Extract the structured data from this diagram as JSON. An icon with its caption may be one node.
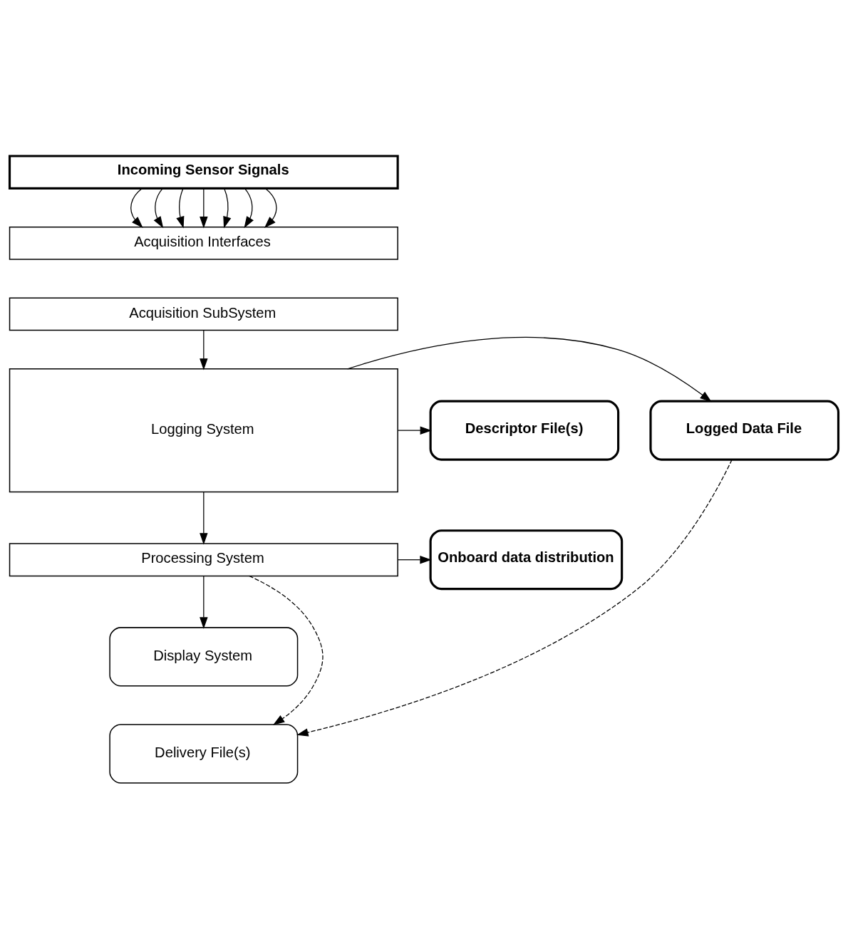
{
  "diagram": {
    "nodes": [
      {
        "text": [
          "Incoming Sensor Signals"
        ]
      },
      {
        "text": [
          "Acquisition Interfaces"
        ]
      },
      {
        "text": [
          "Acquisition SubSystem"
        ]
      },
      {
        "text": [
          "Logging System"
        ]
      },
      {
        "text": [
          "Logged Data File"
        ]
      },
      {
        "text": [
          "Descriptor File(s)"
        ]
      },
      {
        "text": [
          "Processing System"
        ]
      },
      {
        "text": [
          "Onboard data distribution"
        ]
      },
      {
        "text": [
          "Display System"
        ]
      },
      {
        "text": [
          "Delivery File(s)"
        ]
      }
    ],
    "edges": [
      {
        "from": 0,
        "to": 1,
        "arrow": "to"
      },
      {
        "from": 0,
        "to": 1,
        "arrow": "to"
      },
      {
        "from": 0,
        "to": 1,
        "arrow": "to"
      },
      {
        "from": 0,
        "to": 1,
        "arrow": "to"
      },
      {
        "from": 0,
        "to": 1,
        "arrow": "to"
      },
      {
        "from": 0,
        "to": 1,
        "arrow": "to"
      },
      {
        "from": 0,
        "to": 1,
        "arrow": "to"
      },
      {
        "from": 2,
        "to": 3,
        "arrow": "to"
      },
      {
        "from": 3,
        "to": 4,
        "arrow": "to"
      },
      {
        "from": 3,
        "to": 5,
        "arrow": "to"
      },
      {
        "from": 3,
        "to": 6,
        "arrow": "to"
      },
      {
        "from": 6,
        "to": 7,
        "arrow": "to"
      },
      {
        "from": 6,
        "to": 8,
        "arrow": "to"
      },
      {
        "from": 6,
        "to": 9,
        "arrow": "to",
        "style": "dashed"
      },
      {
        "from": 4,
        "to": 9,
        "arrow": "to",
        "style": "dashed"
      }
    ]
  }
}
